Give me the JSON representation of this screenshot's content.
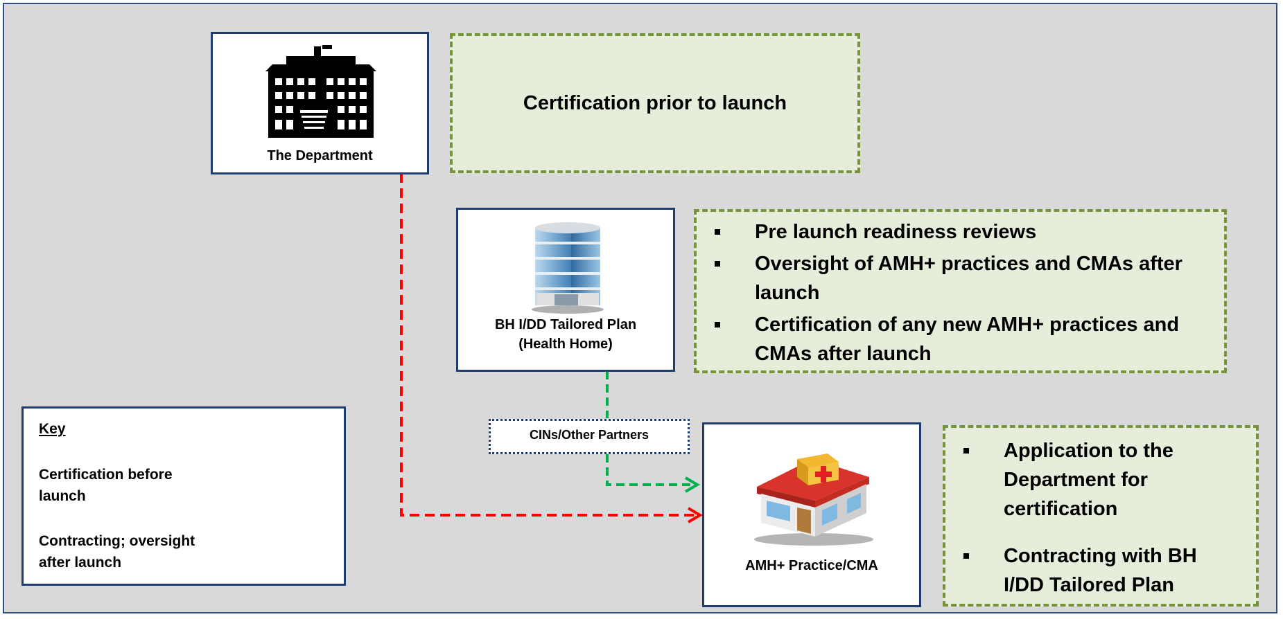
{
  "department": {
    "label": "The Department",
    "icon": "office-building-icon"
  },
  "certification_box": {
    "text": "Certification prior to launch"
  },
  "tailored_plan": {
    "label_line1": "BH I/DD Tailored Plan",
    "label_line2": "(Health Home)",
    "icon": "glass-office-tower-icon"
  },
  "tailored_plan_bullets": [
    "Pre launch readiness reviews",
    "Oversight of AMH+ practices and CMAs after launch",
    "Certification of any new AMH+ practices and CMAs after launch"
  ],
  "cins_label": "CINs/Other Partners",
  "practice": {
    "label": "AMH+ Practice/CMA",
    "icon": "clinic-building-icon"
  },
  "practice_bullets": [
    "Application to the Department for certification",
    "Contracting with BH I/DD Tailored Plan"
  ],
  "key": {
    "title": "Key",
    "items": [
      {
        "label": "Certification before launch",
        "color": "#ff0000"
      },
      {
        "label": "Contracting; oversight after launch",
        "color": "#00b050"
      }
    ]
  },
  "colors": {
    "red_arrow": "#ff0000",
    "green_arrow": "#00b050",
    "box_border": "#1f3c6e",
    "dashed_green": "#77933c",
    "green_fill": "#e6eedb"
  }
}
